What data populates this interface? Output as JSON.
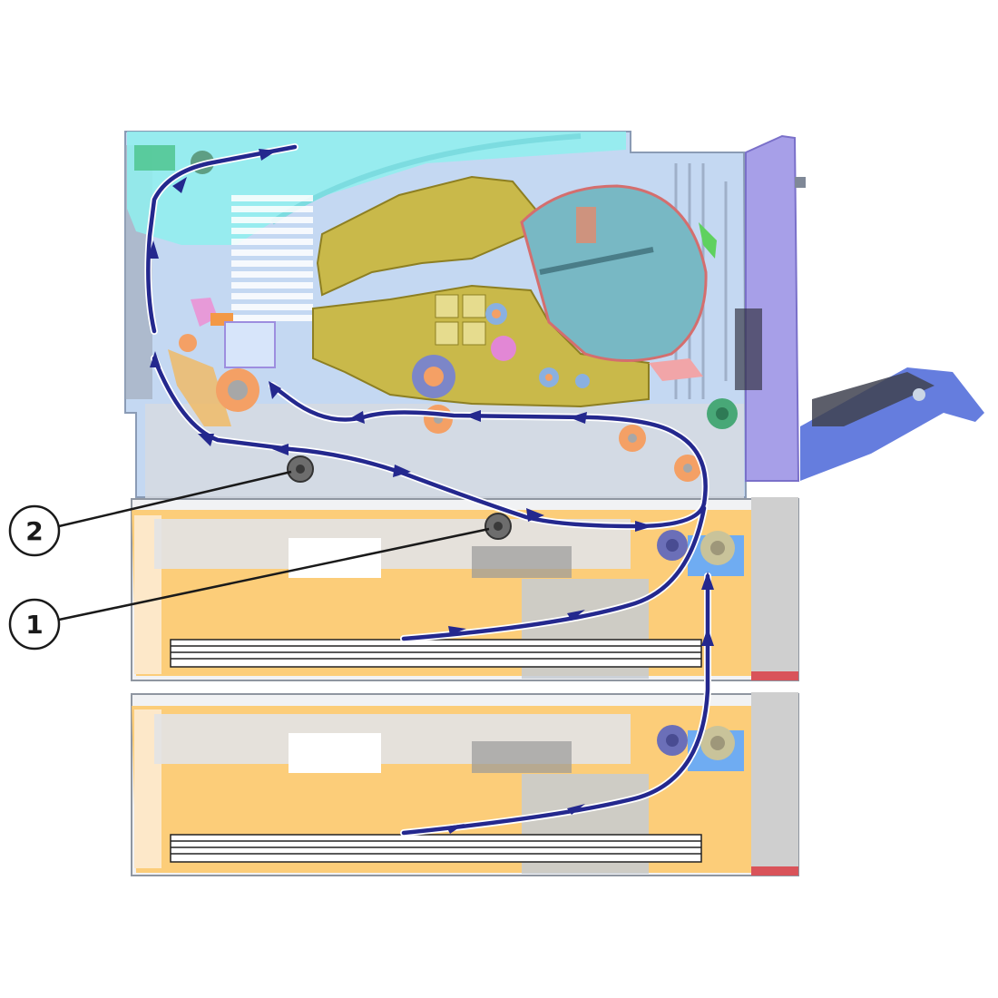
{
  "callouts": [
    {
      "id": "callout-2",
      "label": "2"
    },
    {
      "id": "callout-1",
      "label": "1"
    }
  ],
  "colors": {
    "paper_path": "#24288e",
    "paper_path_outline": "#ffffff",
    "tray_body": "#fdc96c",
    "upper_unit": "#c4d8f2",
    "scanner_unit": "#8ff0ef",
    "imaging_unit": "#c9b94a",
    "laser_unit": "#78b8c4",
    "front_door": "#a79fe8",
    "output_tray": "#4a66d8",
    "roller_orange": "#f4a065",
    "roller_gray": "#6d6d6d",
    "callout_stroke": "#1a1a1a"
  }
}
